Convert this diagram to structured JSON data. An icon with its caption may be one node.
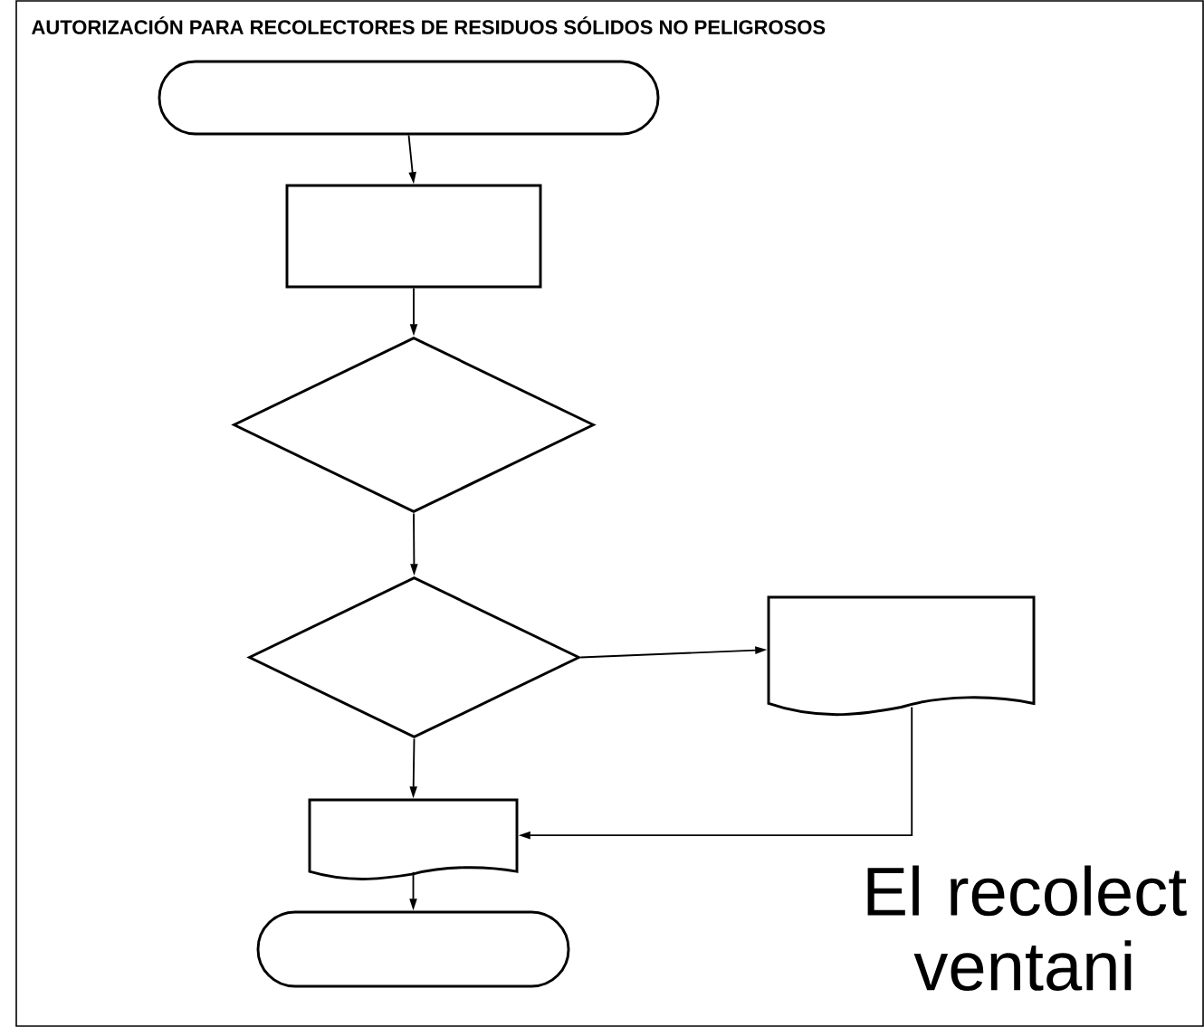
{
  "diagram": {
    "title": "AUTORIZACIÓN PARA RECOLECTORES DE RESIDUOS SÓLIDOS NO PELIGROSOS",
    "nodes": [
      {
        "text": [],
        "shape": "terminal"
      },
      {
        "text": [],
        "shape": "box"
      },
      {
        "text": [],
        "shape": "diamond"
      },
      {
        "text": [],
        "shape": "diamond"
      },
      {
        "text": [],
        "shape": "document"
      },
      {
        "text": [],
        "shape": "document"
      },
      {
        "text": [],
        "shape": "terminal"
      }
    ],
    "edges": [
      {
        "from": 0,
        "to": 1,
        "arrow": "to"
      },
      {
        "from": 1,
        "to": 2,
        "arrow": "to"
      },
      {
        "from": 2,
        "to": 3,
        "arrow": "to"
      },
      {
        "from": 3,
        "to": 4,
        "arrow": "to"
      },
      {
        "from": 3,
        "to": 5,
        "arrow": "to"
      },
      {
        "from": 4,
        "to": 5,
        "arrow": "to"
      },
      {
        "from": 5,
        "to": 6,
        "arrow": "to"
      }
    ],
    "labels": [
      "El recolect ventani"
    ]
  }
}
